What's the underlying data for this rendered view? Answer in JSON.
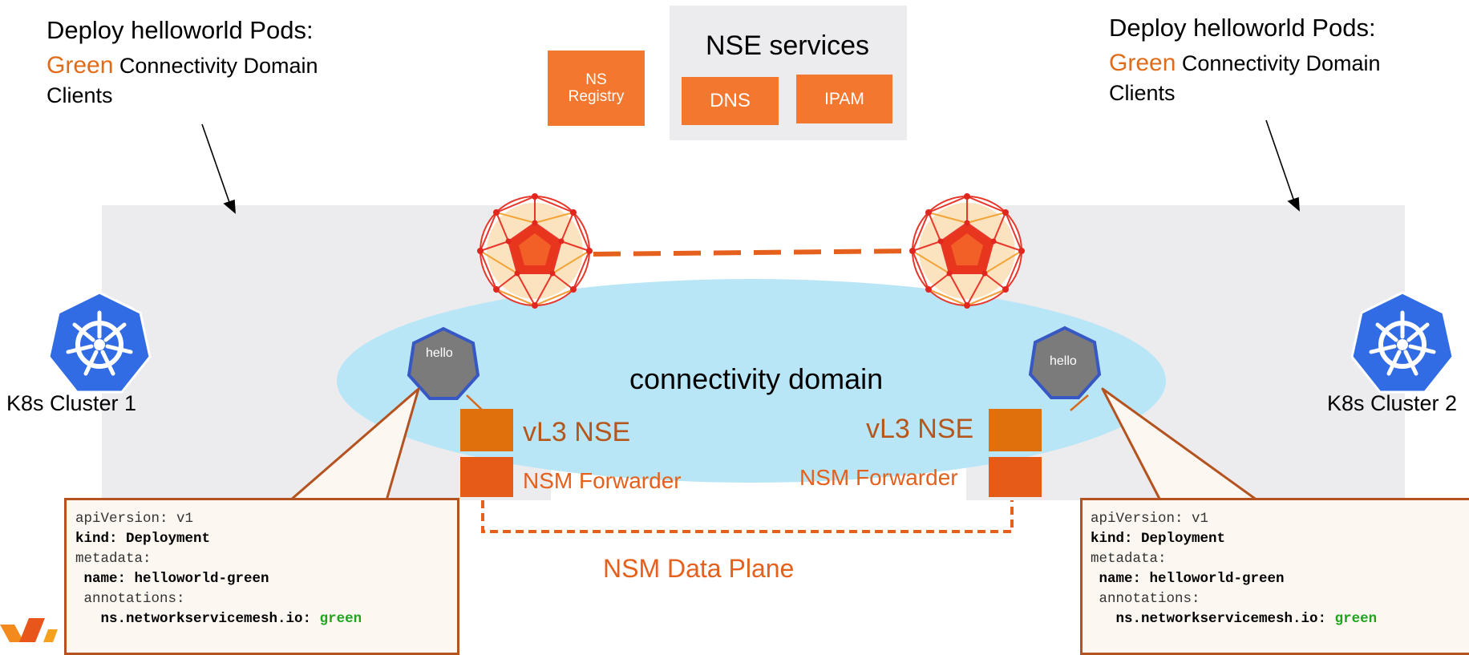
{
  "left_note": {
    "title": "Deploy helloworld Pods:",
    "highlight": "Green",
    "rest": " Connectivity Domain",
    "line3": "Clients"
  },
  "right_note": {
    "title": "Deploy helloworld Pods:",
    "highlight": "Green",
    "rest": " Connectivity Domain",
    "line3": "Clients"
  },
  "ns_registry": {
    "line1": "NS",
    "line2": "Registry"
  },
  "nse_services": {
    "title": "NSE services",
    "dns": "DNS",
    "ipam": "IPAM"
  },
  "clusters": {
    "left_label": "K8s Cluster 1",
    "right_label": "K8s Cluster 2"
  },
  "domain": {
    "label": "connectivity domain"
  },
  "pods": {
    "left": "hello",
    "right": "hello"
  },
  "vl3_left": {
    "nse": "vL3 NSE",
    "forwarder": "NSM Forwarder"
  },
  "vl3_right": {
    "nse": "vL3 NSE",
    "forwarder": "NSM Forwarder"
  },
  "data_plane": {
    "label": "NSM Data Plane"
  },
  "yaml_left": {
    "line1": "apiVersion: v1",
    "line2": "kind: Deployment",
    "line3": "metadata:",
    "line4": " name: helloworld-green",
    "line5": " annotations:",
    "line6_key": "   ns.networkservicemesh.io: ",
    "line6_val": "green"
  },
  "yaml_right": {
    "line1": "apiVersion: v1",
    "line2": "kind: Deployment",
    "line3": "metadata:",
    "line4": " name: helloworld-green",
    "line5": " annotations:",
    "line6_key": "   ns.networkservicemesh.io: ",
    "line6_val": "green"
  },
  "colors": {
    "orange": "#e06c1a",
    "box_orange": "#f4772f",
    "domain_blue": "#b9e6f7",
    "k8s_blue": "#326ce5",
    "band_gray": "#ececef"
  },
  "icons": {
    "k8s": "kubernetes-helm-icon",
    "mesh": "geodesic-sphere-icon",
    "pod": "pod-hexagon-icon"
  }
}
